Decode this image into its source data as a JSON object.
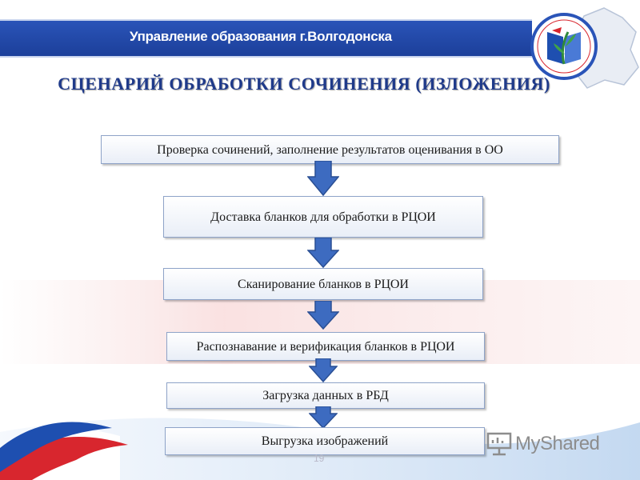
{
  "header": {
    "title": "Управление образования г.Волгодонска"
  },
  "main_title": "СЦЕНАРИЙ ОБРАБОТКИ СОЧИНЕНИЯ (ИЗЛОЖЕНИЯ)",
  "steps": [
    {
      "label": "Проверка сочинений, заполнение результатов оценивания в ОО"
    },
    {
      "label": "Доставка бланков для обработки в РЦОИ"
    },
    {
      "label": "Сканирование бланков в РЦОИ"
    },
    {
      "label": "Распознавание и верификация бланков в РЦОИ"
    },
    {
      "label": "Загрузка данных в РБД"
    },
    {
      "label": "Выгрузка изображений"
    }
  ],
  "slide_number": "19",
  "watermark": {
    "text": "MyShared"
  },
  "colors": {
    "header_bar": "#2a54b8",
    "title_text": "#1f3a8a",
    "arrow_fill": "#3d6bc0",
    "flag_red": "#d8262e",
    "flag_blue": "#1e4fb0"
  }
}
